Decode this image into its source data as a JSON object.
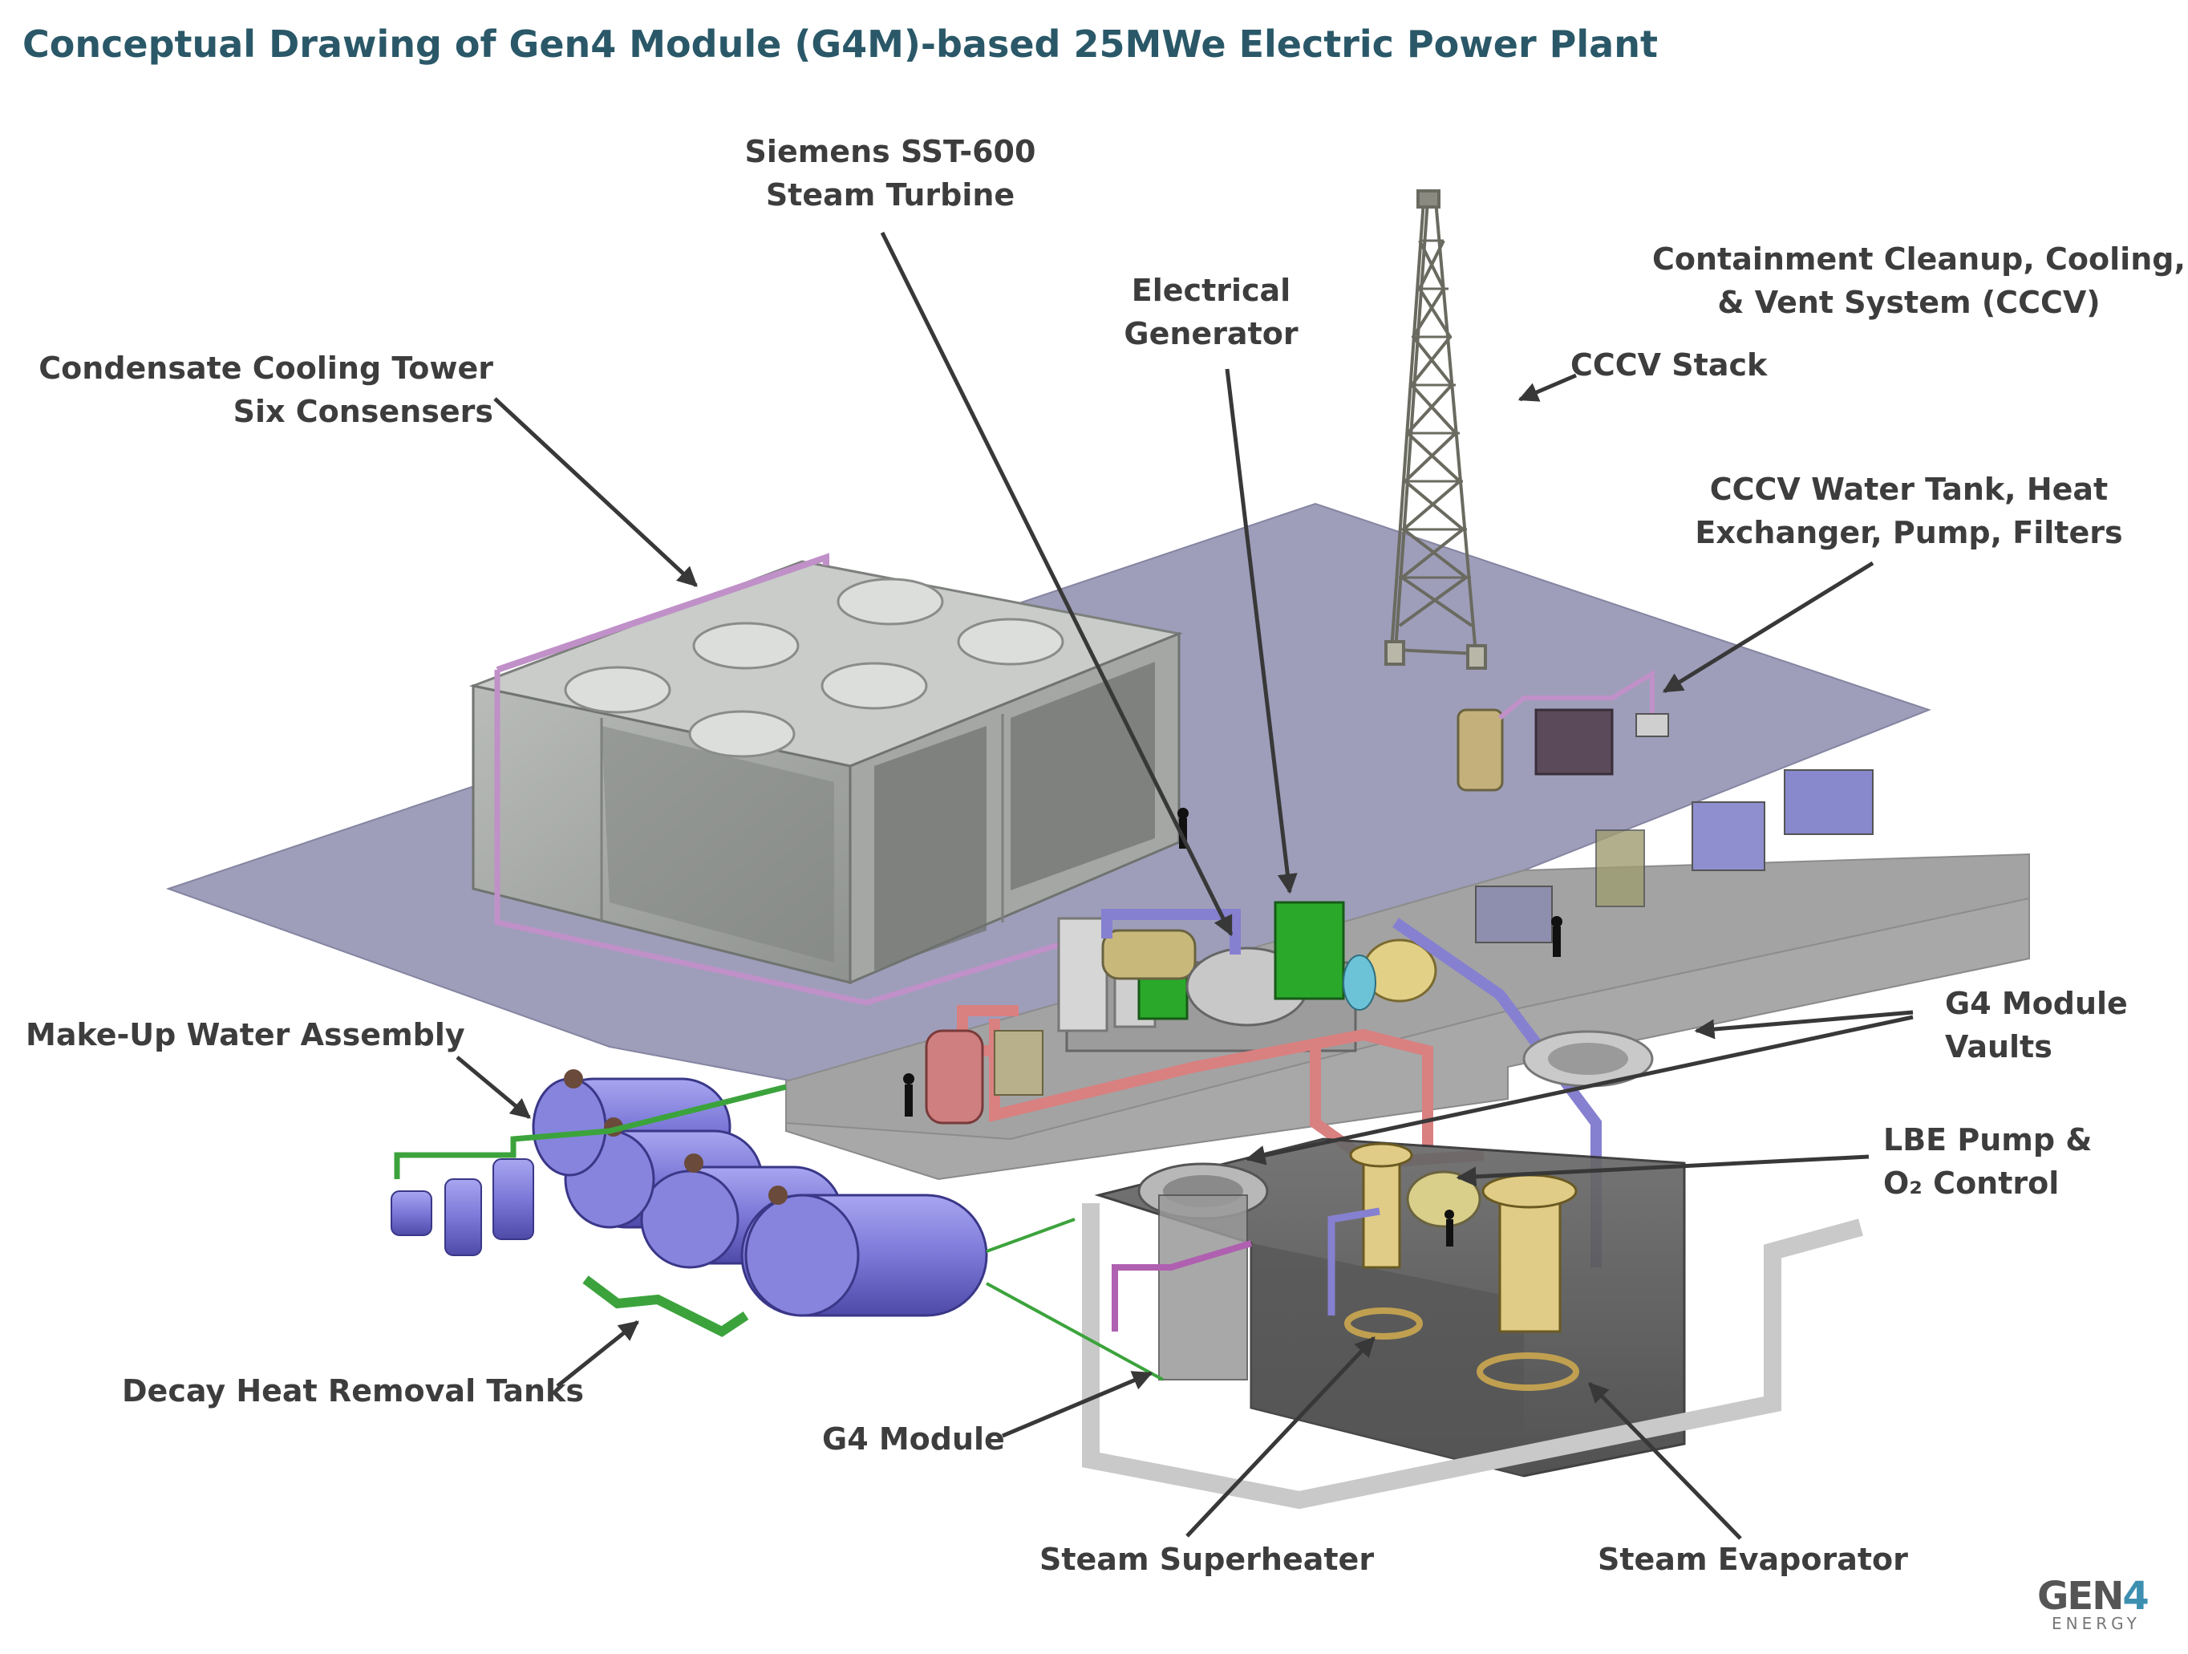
{
  "title": "Conceptual Drawing of Gen4 Module (G4M)-based 25MWe Electric Power Plant",
  "labels": {
    "turbine": [
      "Siemens SST-600",
      "Steam Turbine"
    ],
    "generator": [
      "Electrical",
      "Generator"
    ],
    "cccv": [
      "Containment Cleanup, Cooling,",
      "& Vent System (CCCV)"
    ],
    "cooling_tower": [
      "Condensate Cooling Tower",
      "Six Consensers"
    ],
    "stack": "CCCV Stack",
    "water_tank": [
      "CCCV Water Tank, Heat",
      "Exchanger, Pump, Filters"
    ],
    "makeup": "Make-Up Water Assembly",
    "vaults": [
      "G4 Module",
      "Vaults"
    ],
    "lbe_pump": [
      "LBE Pump &",
      "O₂ Control"
    ],
    "decay_tanks": "Decay Heat Removal Tanks",
    "g4_module": "G4 Module",
    "superheater": "Steam Superheater",
    "evaporator": "Steam Evaporator"
  },
  "logo": {
    "main": "GEN",
    "accent": "4",
    "sub": "ENERGY"
  },
  "colors": {
    "title": "#2a5868",
    "label": "#3d3d3d",
    "platform": "#9d9db9",
    "concrete": "#a9a9a9",
    "tank": "#7b78d8",
    "pipe_green": "#3ca33c",
    "pipe_pink": "#d98080",
    "pipe_purple": "#b888c8",
    "arrow": "#383838"
  }
}
